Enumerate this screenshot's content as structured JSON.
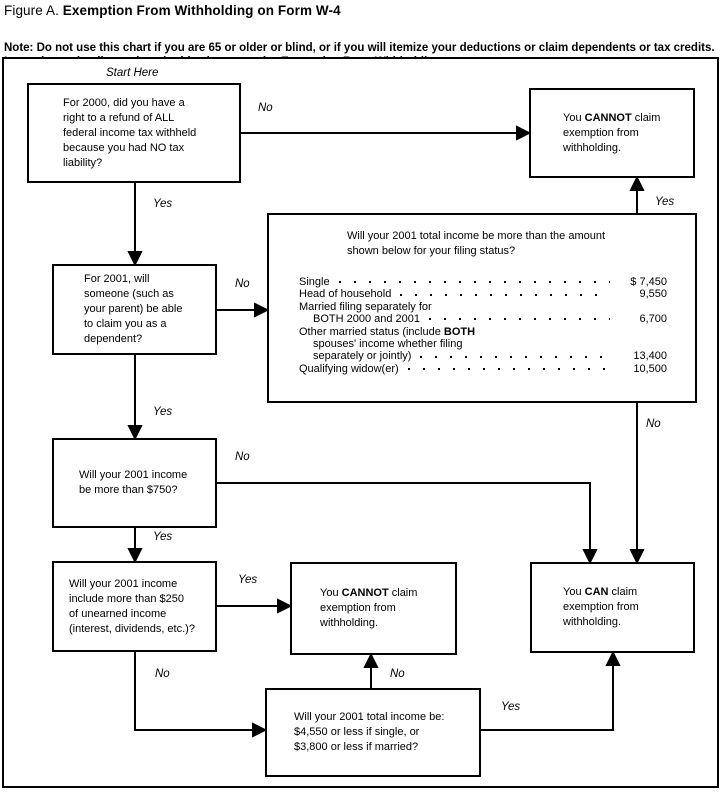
{
  "header": {
    "figure_label": "Figure A.",
    "title": "Exemption From Withholding on Form W-4",
    "note_pre": "Note: Do not use this chart if you are 65 or older or blind, or if you will itemize your deductions or claim dependents or tax credits.\nInstead, see the discussions in this chapter under ",
    "note_italic": "Exemption From Withholding",
    "note_post": "."
  },
  "flowchart": {
    "start_label": "Start Here",
    "nodes": {
      "q_refund": {
        "text": "For 2000, did you have a\nright to a refund of ALL\nfederal income tax withheld\nbecause you had NO tax\nliability?"
      },
      "cannot_top": {
        "pre": "You ",
        "bold": "CANNOT",
        "post": " claim\nexemption from\nwithholding."
      },
      "income_table": {
        "heading": "Will your 2001 total income be more than the amount\nshown below for your filing status?",
        "rows": [
          {
            "label": "Single",
            "label_bold": "",
            "indent": 0,
            "dots": true,
            "amount": "$ 7,450"
          },
          {
            "label": "Head of household",
            "label_bold": "",
            "indent": 0,
            "dots": true,
            "amount": "9,550"
          },
          {
            "label": "Married filing separately for",
            "label_bold": "",
            "indent": 0,
            "dots": false,
            "amount": ""
          },
          {
            "label": "BOTH 2000 and 2001",
            "label_bold": "",
            "indent": 1,
            "dots": true,
            "amount": "6,700"
          },
          {
            "label": "Other married status (include ",
            "label_bold": "BOTH",
            "indent": 0,
            "dots": false,
            "amount": ""
          },
          {
            "label": "spouses' income whether filing",
            "label_bold": "",
            "indent": 1,
            "dots": false,
            "amount": ""
          },
          {
            "label": "separately or jointly)",
            "label_bold": "",
            "indent": 1,
            "dots": true,
            "amount": "13,400"
          },
          {
            "label": "Qualifying widow(er)",
            "label_bold": "",
            "indent": 0,
            "dots": true,
            "amount": "10,500"
          }
        ]
      },
      "q_dependent": {
        "text": "For 2001, will\nsomeone (such as\nyour parent) be able\nto claim you as a\ndependent?"
      },
      "q_750": {
        "text": "Will your 2001 income\nbe more than $750?"
      },
      "q_unearned": {
        "text": "Will your 2001 income\ninclude more than $250\nof unearned income\n(interest, dividends, etc.)?"
      },
      "cannot_mid": {
        "pre": "You ",
        "bold": "CANNOT",
        "post": " claim\nexemption from\nwithholding."
      },
      "can": {
        "pre": "You ",
        "bold": "CAN",
        "post": " claim\nexemption from\nwithholding."
      },
      "q_total": {
        "text": "Will your 2001 total income be:\n$4,550 or less if single, or\n$3,800 or less if married?"
      }
    },
    "edges": [
      {
        "from": "q_refund",
        "to": "cannot_top",
        "label": "No"
      },
      {
        "from": "q_refund",
        "to": "q_dependent",
        "label": "Yes"
      },
      {
        "from": "q_dependent",
        "to": "income_table",
        "label": "No"
      },
      {
        "from": "income_table",
        "to": "cannot_top",
        "label": "Yes"
      },
      {
        "from": "q_dependent",
        "to": "q_750",
        "label": "Yes"
      },
      {
        "from": "q_750",
        "to": "can",
        "label": "No"
      },
      {
        "from": "q_750",
        "to": "q_unearned",
        "label": "Yes"
      },
      {
        "from": "income_table",
        "to": "can",
        "label": "No"
      },
      {
        "from": "q_unearned",
        "to": "cannot_mid",
        "label": "Yes"
      },
      {
        "from": "q_unearned",
        "to": "q_total",
        "label": "No"
      },
      {
        "from": "q_total",
        "to": "cannot_mid",
        "label": "No"
      },
      {
        "from": "q_total",
        "to": "can",
        "label": "Yes"
      }
    ]
  }
}
